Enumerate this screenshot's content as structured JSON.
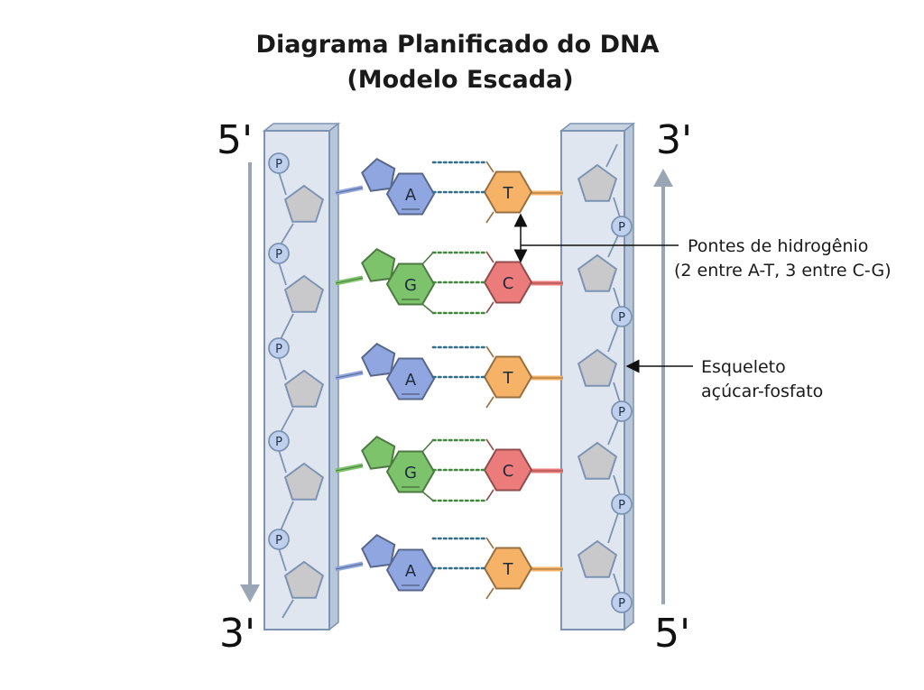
{
  "title": {
    "line1": "Diagrama Planificado do DNA",
    "line2": "(Modelo Escada)"
  },
  "ends": {
    "left_top": "5'",
    "left_bottom": "3'",
    "right_top": "3'",
    "right_bottom": "5'"
  },
  "phosphate_label": "P",
  "base_pairs": [
    {
      "left": "A",
      "right": "T",
      "bonds": 2
    },
    {
      "left": "G",
      "right": "C",
      "bonds": 3
    },
    {
      "left": "A",
      "right": "T",
      "bonds": 2
    },
    {
      "left": "G",
      "right": "C",
      "bonds": 3
    },
    {
      "left": "A",
      "right": "T",
      "bonds": 2
    }
  ],
  "annotations": {
    "hydrogen_bonds": {
      "line1": "Pontes de hidrogênio",
      "line2": "(2 entre A-T, 3 entre C-G)"
    },
    "backbone": {
      "line1": "Esqueleto",
      "line2": "açúcar-fosfato"
    }
  },
  "colors": {
    "A": "#8fa6e0",
    "G": "#7cc36b",
    "T": "#f6b367",
    "C": "#ec7b7b",
    "backbone_fill": "#dfe6ef",
    "backbone_stroke": "#7d93b3",
    "sugar": "#c9c9cc",
    "arrow": "#9aa6b6"
  }
}
